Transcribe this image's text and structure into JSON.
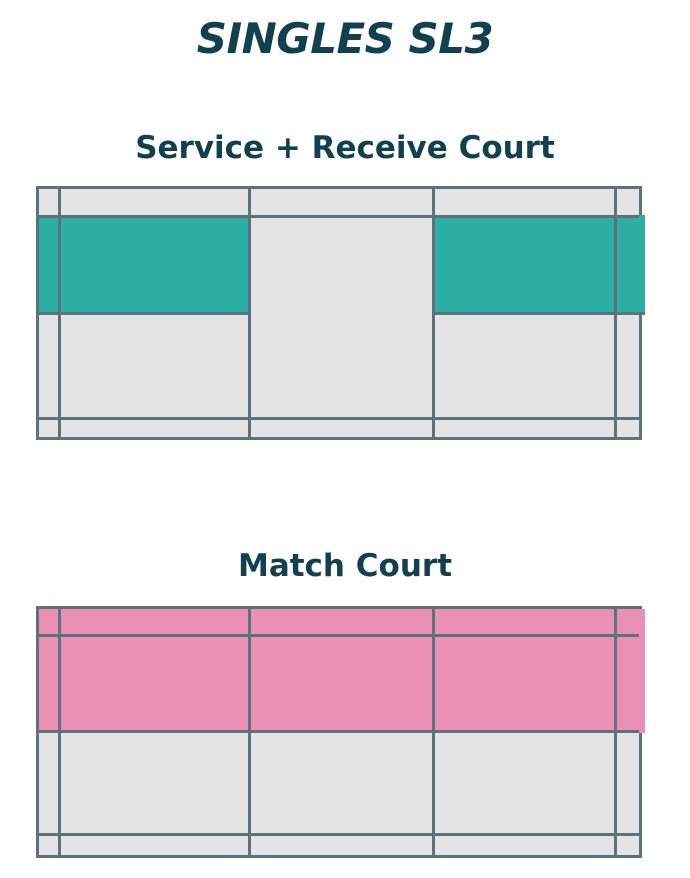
{
  "page": {
    "title": "SINGLES SL3",
    "background_color": "#FFFFFF",
    "text_color": "#12404F"
  },
  "palette": {
    "heading": "#12404F",
    "court_surface": "#E3E3E3",
    "court_line": "#5E727D",
    "service_highlight": "#2BAFA3",
    "match_highlight": "#EA90B5"
  },
  "sections": [
    {
      "id": "service-receive",
      "title": "Service + Receive Court",
      "highlight_color": "#2BAFA3",
      "highlight_description": "Left and right service/receive bands, mid-court excluded"
    },
    {
      "id": "match",
      "title": "Match Court",
      "highlight_color": "#EA90B5",
      "highlight_description": "Full width front half of court highlighted"
    }
  ]
}
